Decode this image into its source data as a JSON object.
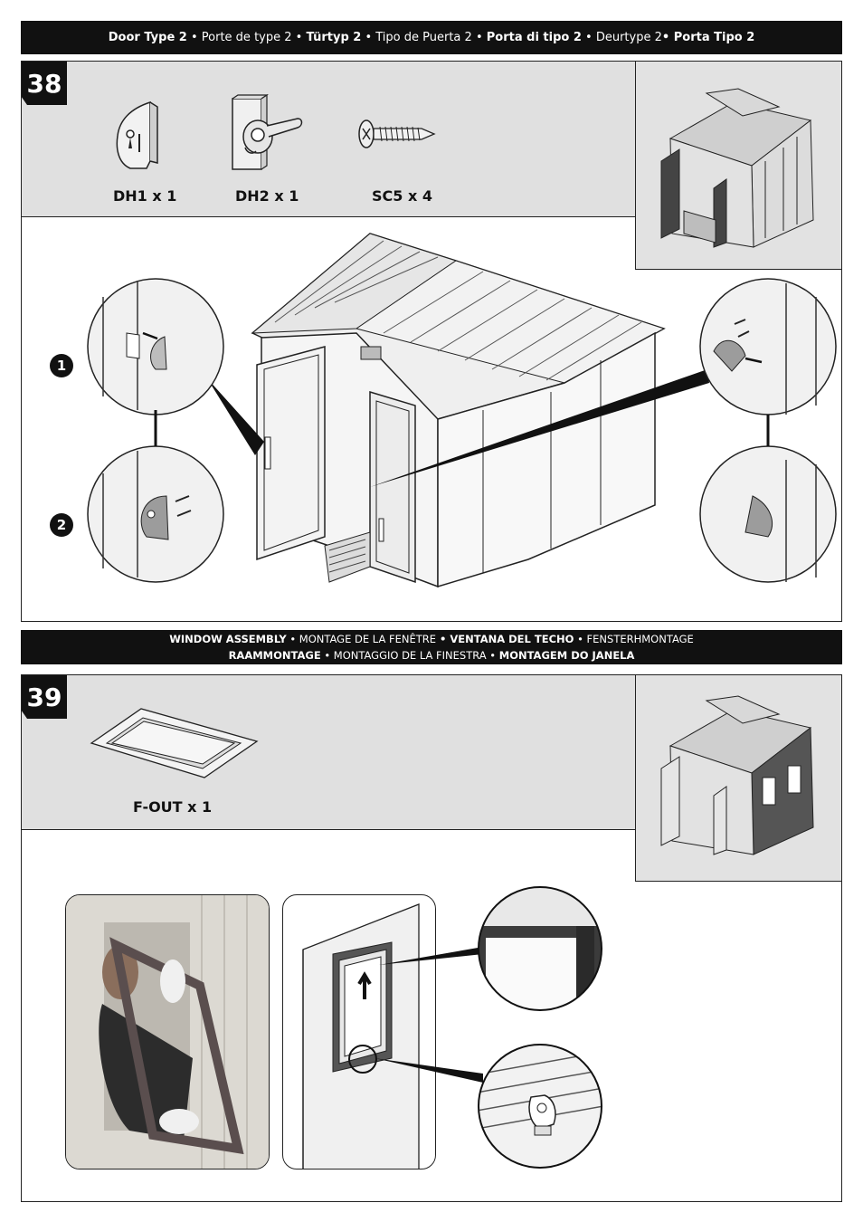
{
  "header": {
    "door_type": {
      "en": "Door Type 2",
      "fr": "Porte de type 2",
      "de": "Türtyp 2",
      "es": "Tipo de Puerta 2",
      "it": "Porta di tipo 2",
      "nl": "Deurtype 2",
      "pt": "Porta Tipo 2"
    }
  },
  "step38": {
    "number": "38",
    "parts": [
      {
        "label": "DH1 x 1",
        "icon": "door-hook-dh1-icon"
      },
      {
        "label": "DH2 x 1",
        "icon": "door-hook-dh2-icon"
      },
      {
        "label": "SC5 x 4",
        "icon": "screw-sc5-icon"
      }
    ],
    "callouts": [
      "1",
      "2"
    ]
  },
  "window_header": {
    "line1": {
      "en": "WINDOW ASSEMBLY",
      "fr": "MONTAGE DE LA FENÊTRE",
      "es": "VENTANA DEL TECHO",
      "de": "FENSTERHMONTAGE"
    },
    "line2": {
      "nl": "RAAMMONTAGE",
      "it": "MONTAGGIO DE LA FINESTRA",
      "pt": "MONTAGEM DO JANELA"
    }
  },
  "step39": {
    "number": "39",
    "parts": [
      {
        "label": "F-OUT x 1",
        "icon": "window-frame-icon"
      }
    ]
  },
  "colors": {
    "bar": "#111111",
    "parts_bg": "#e0e0e0",
    "shed_panel": "#c8c8c8",
    "shed_dark": "#555555"
  }
}
